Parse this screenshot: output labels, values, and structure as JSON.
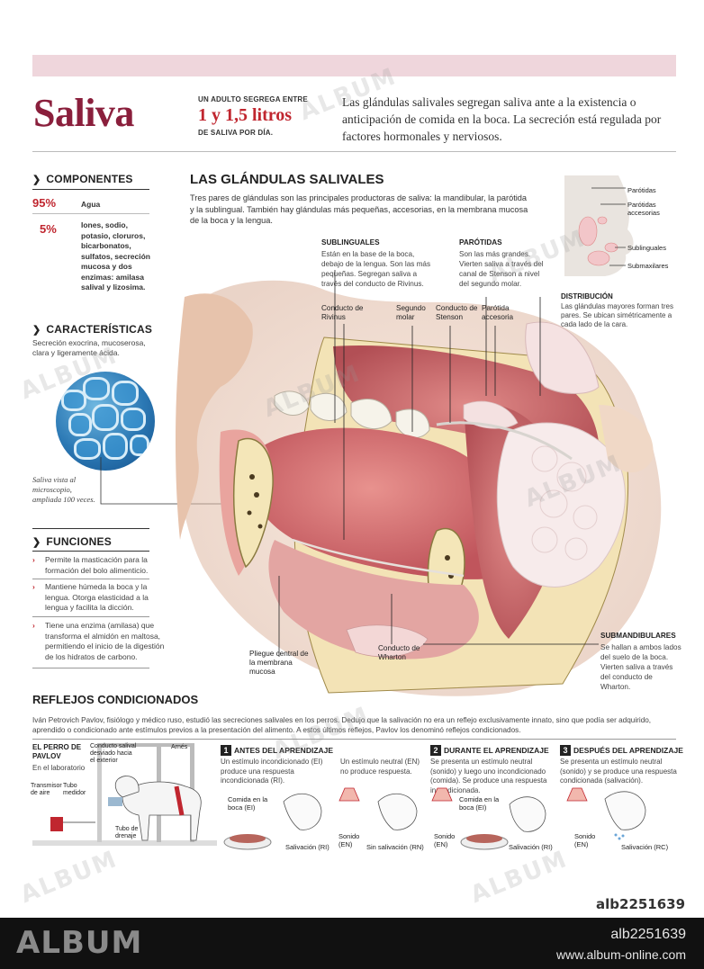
{
  "header": {
    "title": "Saliva",
    "stat_pre": "UN ADULTO SEGREGA ENTRE",
    "stat_value": "1 y 1,5 litros",
    "stat_post": "DE SALIVA POR DÍA.",
    "intro": "Las glándulas salivales segregan saliva ante a la existencia o anticipación de comida en la boca. La secreción está regulada por factores hormonales y nerviosos."
  },
  "components": {
    "heading": "COMPONENTES",
    "rows": [
      {
        "pct": "95%",
        "text": "Agua"
      },
      {
        "pct": "5%",
        "text": "Iones, sodio, potasio, cloruros, bicarbonatos, sulfatos, secreción mucosa y dos enzimas: amilasa salival y lizosima."
      }
    ]
  },
  "characteristics": {
    "heading": "CARACTERÍSTICAS",
    "text": "Secreción exocrina, mucoserosa, clara y ligeramente ácida.",
    "micro_caption": "Saliva vista al microscopio, ampliada 100 veces."
  },
  "functions": {
    "heading": "FUNCIONES",
    "items": [
      "Permite la masticación para la formación del bolo alimenticio.",
      "Mantiene húmeda la boca y la lengua. Otorga elasticidad a la lengua y facilita la dicción.",
      "Tiene una enzima (amilasa) que transforma el almidón en maltosa, permitiendo el inicio de la digestión de los hidratos de carbono."
    ]
  },
  "glands": {
    "heading": "LAS GLÁNDULAS SALIVALES",
    "text": "Tres pares de glándulas son las principales productoras de saliva: la mandibular, la parótida y la sublingual. También hay glándulas más pequeñas, accesorias, en la membrana mucosa de la boca y la lengua.",
    "sublinguales_title": "SUBLINGUALES",
    "sublinguales_text": "Están en la base de la boca, debajo de la lengua. Son las más pequeñas. Segregan saliva a través del conducto de Rivinus.",
    "parotidas_title": "PARÓTIDAS",
    "parotidas_text": "Son las más grandes. Vierten saliva a través del canal de Stenson a nivel del segundo molar.",
    "submandibulares_title": "SUBMANDIBULARES",
    "submandibulares_text": "Se hallan a ambos lados del suelo de la boca. Vierten saliva a través del conducto de Wharton."
  },
  "callouts": {
    "rivinus": "Conducto de Rivinus",
    "molar": "Segundo molar",
    "stenson": "Conducto de Stenson",
    "parotida_acc": "Parótida accesoria",
    "pliegue": "Pliegue central de la membrana mucosa",
    "wharton": "Conducto de Wharton"
  },
  "inset": {
    "l1": "Parótidas",
    "l2": "Parótidas accesorias",
    "l3": "Sublinguales",
    "l4": "Submaxilares",
    "title": "DISTRIBUCIÓN",
    "text": "Las glándulas mayores forman tres pares. Se ubican simétricamente a cada lado de la cara."
  },
  "reflexes": {
    "heading": "REFLEJOS CONDICIONADOS",
    "text": "Iván Petrovich Pavlov, fisiólogo y médico ruso, estudió las secreciones salivales en los perros. Dedujo que la salivación no era un reflejo exclusivamente innato, sino que podía ser adquirido, aprendido o condicionado ante estímulos previos a la presentación del alimento. A estos últimos reflejos, Pavlov los denominó reflejos condicionados.",
    "dog_title": "EL PERRO DE PAVLOV",
    "dog_sub": "En el laboratorio",
    "lab_conducto": "Conducto salival desviado hacia el exterior",
    "lab_arnes": "Arnés",
    "lab_transmisor": "Transmisor de aire",
    "lab_tubo_medidor": "Tubo medidor",
    "lab_tubo_drenaje": "Tubo de drenaje",
    "step1_num": "1",
    "step1_title": "ANTES DEL APRENDIZAJE",
    "step1_text_a": "Un estímulo incondicionado (EI) produce una respuesta incondicionada (RI).",
    "step1_text_b": "Un estímulo neutral (EN) no produce respuesta.",
    "step1_comida": "Comida en la boca (EI)",
    "step1_saliv": "Salivación (RI)",
    "step1_sonido": "Sonido (EN)",
    "step1_sinsaliv": "Sin salivación (RN)",
    "step2_num": "2",
    "step2_title": "DURANTE EL APRENDIZAJE",
    "step2_text": "Se presenta un estímulo neutral (sonido) y luego uno incondicionado (comida). Se produce una respuesta incondicionada.",
    "step2_comida": "Comida en la boca (EI)",
    "step2_sonido": "Sonido (EN)",
    "step2_saliv": "Salivación (RI)",
    "step3_num": "3",
    "step3_title": "DESPUÉS DEL APRENDIZAJE",
    "step3_text": "Se presenta un estímulo neutral (sonido) y se produce una respuesta condicionada (salivación).",
    "step3_sonido": "Sonido (EN)",
    "step3_saliv": "Salivación (RC)"
  },
  "image_code": "alb2251639",
  "footer": {
    "brand": "ALBUM",
    "ref": "alb2251639",
    "url": "www.album-online.com"
  },
  "watermark": "ALBUM",
  "colors": {
    "accent": "#c0262f",
    "title": "#8a1f3c",
    "band": "#efd6dc",
    "footer": "#111111"
  }
}
